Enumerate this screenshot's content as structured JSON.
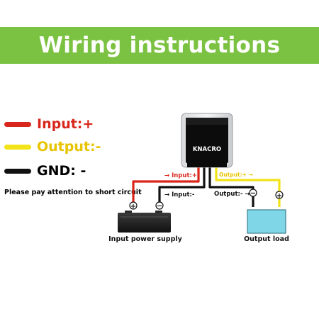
{
  "header": {
    "title": "Wiring instructions",
    "background_color": "#7cc242"
  },
  "legend": [
    {
      "label": "Input:+",
      "color": "#d9261c"
    },
    {
      "label": "Output:-",
      "color": "#f2e318"
    },
    {
      "label": "GND: -",
      "color": "#111111"
    }
  ],
  "note": "Please pay attention to short circuit",
  "converter": {
    "brand": "KNACRO"
  },
  "wire_labels": {
    "input_plus": "Input:+",
    "input_minus": "Input:-",
    "output_plus": "Output:+",
    "output_minus": "Output:-"
  },
  "battery": {
    "label": "Input power supply",
    "plus_symbol": "+",
    "minus_symbol": "−"
  },
  "load": {
    "label": "Output load",
    "plus_symbol": "+",
    "minus_symbol": "−",
    "color": "#7fd6e6"
  }
}
